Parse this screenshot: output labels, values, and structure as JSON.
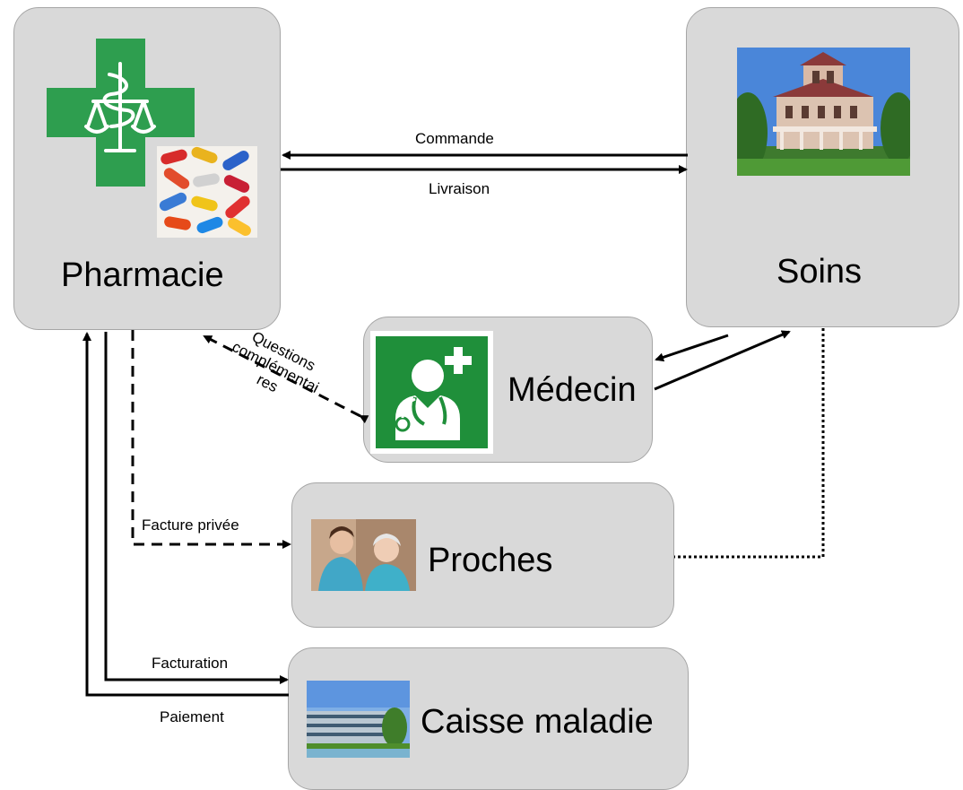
{
  "nodes": {
    "pharmacie": {
      "label": "Pharmacie"
    },
    "soins": {
      "label": "Soins"
    },
    "medecin": {
      "label": "Médecin"
    },
    "proches": {
      "label": "Proches"
    },
    "caisse": {
      "label": "Caisse maladie"
    }
  },
  "edges": {
    "commande": "Commande",
    "livraison": "Livraison",
    "questions": [
      "Questions",
      "complémentai",
      "res"
    ],
    "facture_privee": "Facture privée",
    "facturation": "Facturation",
    "paiement": "Paiement"
  },
  "colors": {
    "node_fill": "#d9d9d9",
    "node_border": "#a6a6a6",
    "pharmacy_green": "#2e9e4f",
    "medical_green": "#1f8f3a",
    "arrow": "#000000"
  },
  "icons": {
    "pharmacie": [
      "pharmacy-cross-icon",
      "pills-photo"
    ],
    "soins": "villa-photo",
    "medecin": "doctor-stethoscope-icon",
    "proches": "caregiver-elderly-photo",
    "caisse": "office-building-photo"
  }
}
